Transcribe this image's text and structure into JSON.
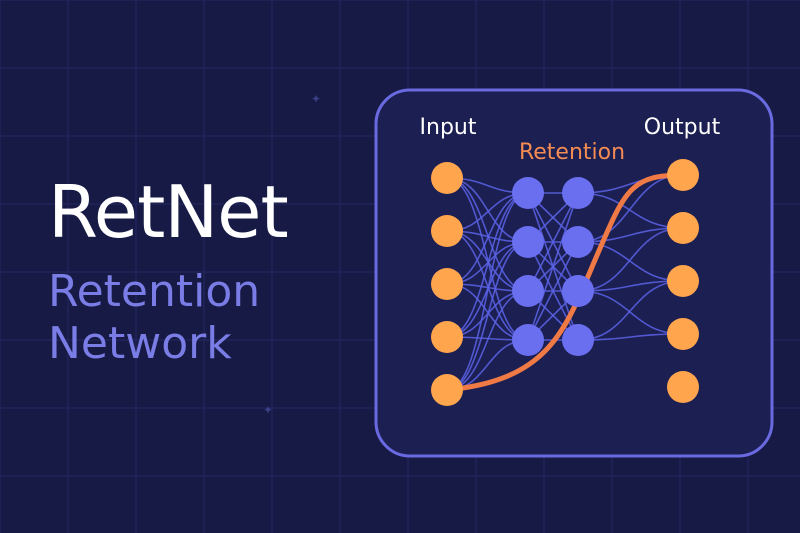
{
  "colors": {
    "background": "#171a45",
    "grid": "#232862",
    "panel_fill": "#1c1f52",
    "panel_border": "#6a6ae0",
    "title": "#ffffff",
    "subtitle": "#7b7de6",
    "node_io": "#ffa54d",
    "node_hidden": "#6a6ff0",
    "edge": "#5b63e6",
    "retention_path": "#f07a45",
    "label_io": "#ffffff",
    "label_retention": "#f38b52"
  },
  "title": "RetNet",
  "subtitle_line1": "Retention",
  "subtitle_line2": "Network",
  "diagram": {
    "input_label": "Input",
    "retention_label": "Retention",
    "output_label": "Output",
    "input_count": 5,
    "hidden_columns": 2,
    "hidden_per_column": 4,
    "output_count": 5,
    "highlighted_path": "input-5 → output-1"
  }
}
